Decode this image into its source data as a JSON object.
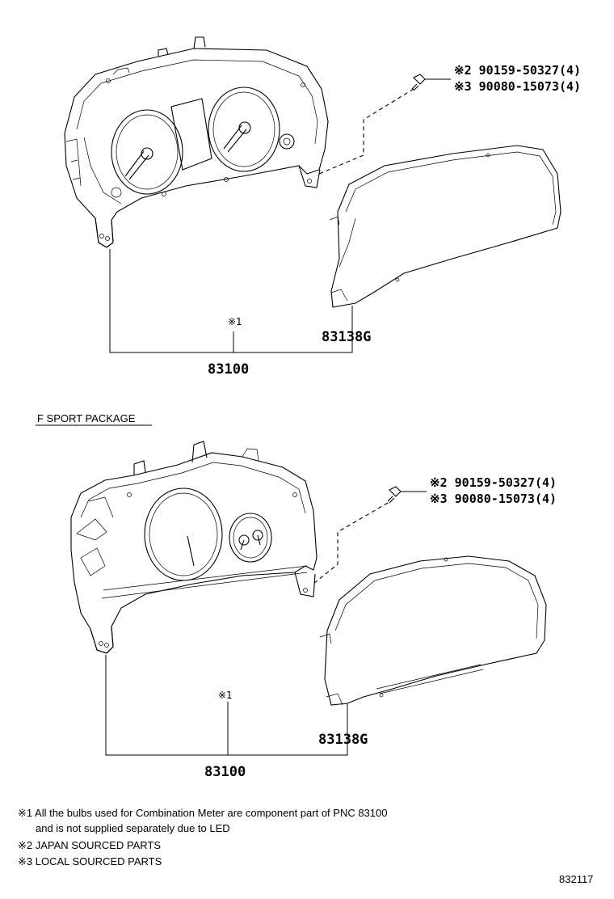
{
  "section_upper": {
    "screw_callout_1": "※2 90159-50327(4)",
    "screw_callout_2": "※3 90080-15073(4)",
    "note_mark": "※1",
    "lens_part": "83138G",
    "meter_part": "83100"
  },
  "section_lower": {
    "package_label": "F SPORT PACKAGE",
    "screw_callout_1": "※2 90159-50327(4)",
    "screw_callout_2": "※3 90080-15073(4)",
    "note_mark": "※1",
    "lens_part": "83138G",
    "meter_part": "83100"
  },
  "notes": {
    "note1_line1": "※1 All the bulbs used for Combination Meter are component part of PNC 83100",
    "note1_line2": "and is not supplied separately due to LED",
    "note2": "※2 JAPAN SOURCED PARTS",
    "note3": "※3 LOCAL SOURCED PARTS"
  },
  "diagram_id": "832117"
}
